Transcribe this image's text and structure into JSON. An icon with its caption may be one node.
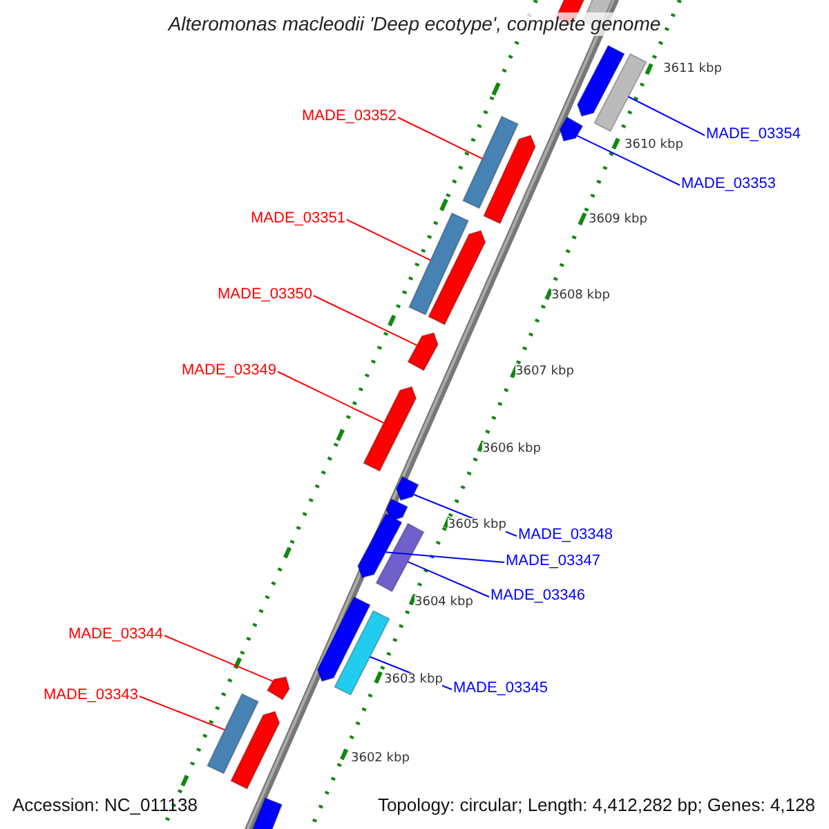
{
  "diagram": {
    "title": "Alteromonas macleodii 'Deep ecotype', complete genome",
    "nodes": [
      {
        "text": [
          "MADE_03352"
        ]
      },
      {
        "text": [
          "MADE_03354"
        ]
      },
      {
        "text": [
          "MADE_03353"
        ]
      },
      {
        "text": [
          "MADE_03351"
        ]
      },
      {
        "text": [
          "MADE_03350"
        ]
      },
      {
        "text": [
          "MADE_03349"
        ]
      },
      {
        "text": [
          "MADE_03348"
        ]
      },
      {
        "text": [
          "MADE_03347"
        ]
      },
      {
        "text": [
          "MADE_03346"
        ]
      },
      {
        "text": [
          "MADE_03344"
        ]
      },
      {
        "text": [
          "MADE_03345"
        ]
      },
      {
        "text": [
          "MADE_03343"
        ]
      },
      {
        "text": [],
        "shape": "bar"
      },
      {
        "text": [],
        "shape": "bar"
      },
      {
        "text": [],
        "shape": "bar"
      },
      {
        "text": [],
        "shape": "bar"
      },
      {
        "text": [],
        "shape": "bar"
      },
      {
        "text": [],
        "shape": "bar"
      },
      {
        "text": [],
        "shape": "bar"
      },
      {
        "text": [],
        "shape": "bar"
      },
      {
        "text": [],
        "shape": "bar"
      },
      {
        "text": [],
        "shape": "bar"
      },
      {
        "text": [],
        "shape": "bar"
      },
      {
        "text": [],
        "shape": "bar"
      },
      {
        "text": [],
        "shape": "bar"
      },
      {
        "text": [],
        "shape": "bar"
      },
      {
        "text": [],
        "shape": "bar"
      },
      {
        "text": [],
        "shape": "bar"
      },
      {
        "text": [],
        "shape": "bar"
      },
      {
        "text": [],
        "shape": "bar"
      },
      {
        "text": [],
        "shape": "bar"
      },
      {
        "text": [],
        "shape": "bar"
      },
      {
        "text": [],
        "shape": "bar"
      }
    ],
    "edges": [
      {
        "from": 0,
        "to": 17,
        "arrow": "none",
        "color": "#ff0000"
      },
      {
        "from": 1,
        "to": 15,
        "arrow": "none",
        "color": "#0000ff"
      },
      {
        "from": 2,
        "to": 16,
        "arrow": "none",
        "color": "#0000ff"
      },
      {
        "from": 3,
        "to": 19,
        "arrow": "none",
        "color": "#ff0000"
      },
      {
        "from": 4,
        "to": 21,
        "arrow": "none",
        "color": "#ff0000"
      },
      {
        "from": 5,
        "to": 22,
        "arrow": "none",
        "color": "#ff0000"
      },
      {
        "from": 6,
        "to": 23,
        "arrow": "none",
        "color": "#0000ff"
      },
      {
        "from": 7,
        "to": 25,
        "arrow": "none",
        "color": "#0000ff"
      },
      {
        "from": 8,
        "to": 26,
        "arrow": "none",
        "color": "#0000ff"
      },
      {
        "from": 9,
        "to": 29,
        "arrow": "none",
        "color": "#ff0000"
      },
      {
        "from": 10,
        "to": 28,
        "arrow": "none",
        "color": "#0000ff"
      },
      {
        "from": 11,
        "to": 30,
        "arrow": "none",
        "color": "#ff0000"
      }
    ],
    "labels": [
      "3611 kbp",
      "3610 kbp",
      "3609 kbp",
      "3608 kbp",
      "3607 kbp",
      "3606 kbp",
      "3605 kbp",
      "3604 kbp",
      "3603 kbp",
      "3602 kbp",
      "Accession: NC_011138",
      "Topology: circular; Length: 4,412,282 bp; Genes: 4,128"
    ]
  }
}
